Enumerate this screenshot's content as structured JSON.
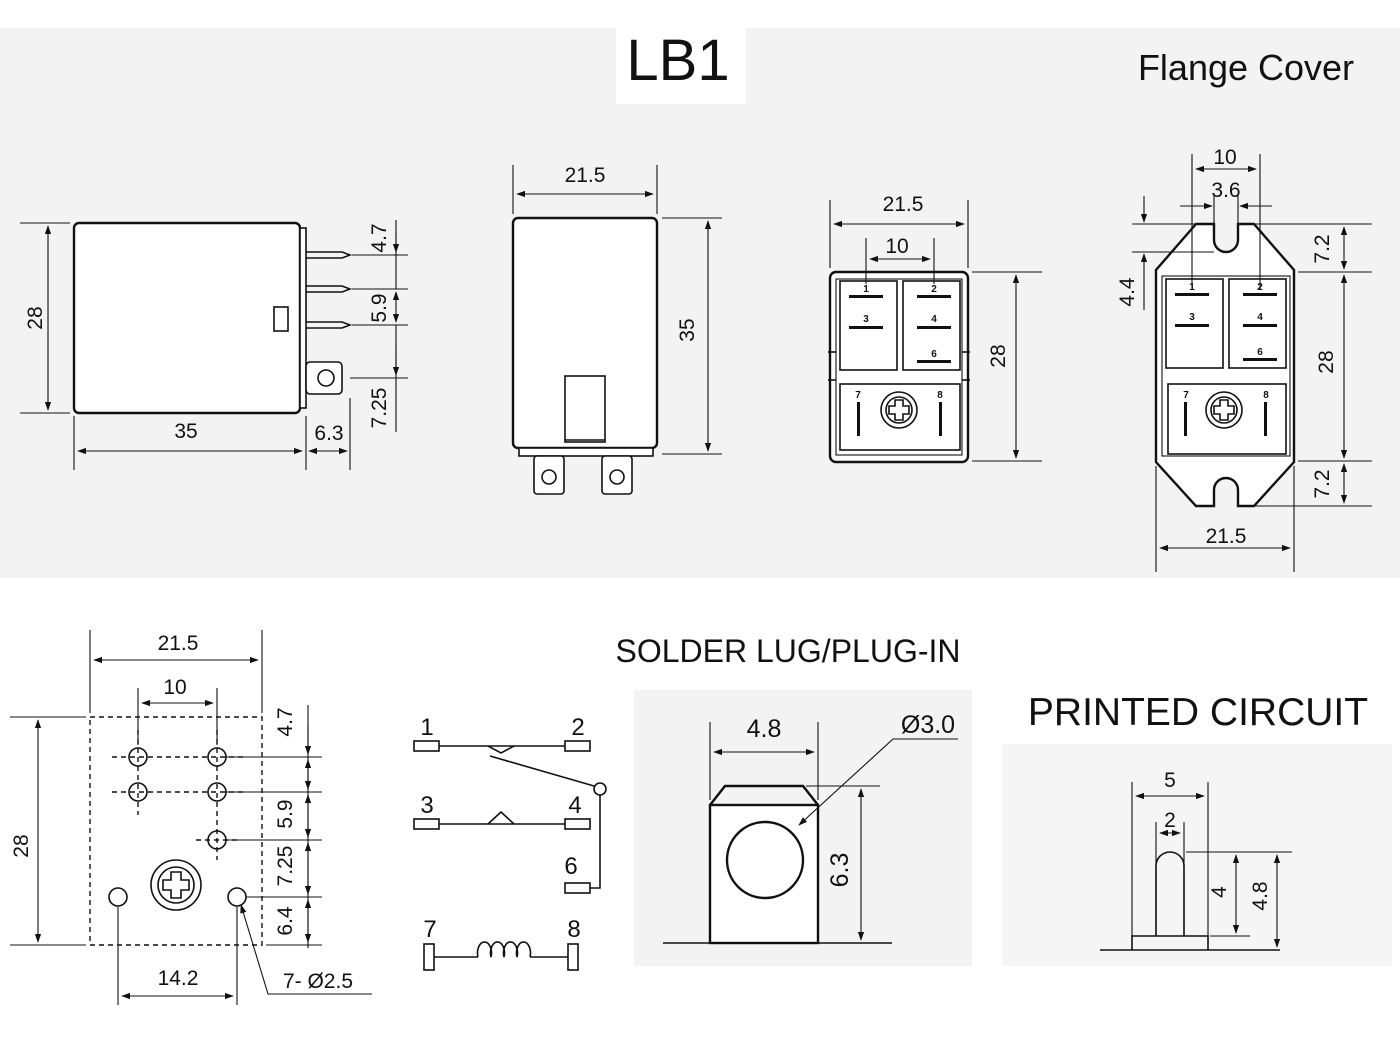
{
  "title": "LB1",
  "flange_cover_label": "Flange Cover",
  "solder_label": "SOLDER LUG/PLUG-IN",
  "printed_circuit_label": "PRINTED CIRCUIT",
  "side_view": {
    "d_28": "28",
    "d_35": "35",
    "d_6_3": "6.3",
    "d_4_7": "4.7",
    "d_5_9": "5.9",
    "d_7_25": "7.25"
  },
  "front_view": {
    "d_21_5": "21.5",
    "d_35": "35"
  },
  "bottom_view": {
    "d_21_5": "21.5",
    "d_10": "10",
    "d_28": "28"
  },
  "flange_view": {
    "d_10": "10",
    "d_3_6": "3.6",
    "d_7_2_top": "7.2",
    "d_4_4": "4.4",
    "d_28": "28",
    "d_7_2_bot": "7.2",
    "d_21_5": "21.5"
  },
  "pin_numbers": [
    "1",
    "2",
    "3",
    "4",
    "6",
    "7",
    "8"
  ],
  "footprint": {
    "d_21_5": "21.5",
    "d_10": "10",
    "d_28": "28",
    "d_4_7": "4.7",
    "d_5_9": "5.9",
    "d_7_25": "7.25",
    "d_6_4": "6.4",
    "d_14_2": "14.2",
    "hole_note": "7- Ø2.5"
  },
  "schematic": {
    "p1": "1",
    "p2": "2",
    "p3": "3",
    "p4": "4",
    "p6": "6",
    "p7": "7",
    "p8": "8"
  },
  "lug_detail": {
    "d_4_8": "4.8",
    "d_hole": "Ø3.0",
    "d_6_3": "6.3"
  },
  "pcb_pin": {
    "d_5": "5",
    "d_2": "2",
    "d_4": "4",
    "d_4_8": "4.8"
  }
}
